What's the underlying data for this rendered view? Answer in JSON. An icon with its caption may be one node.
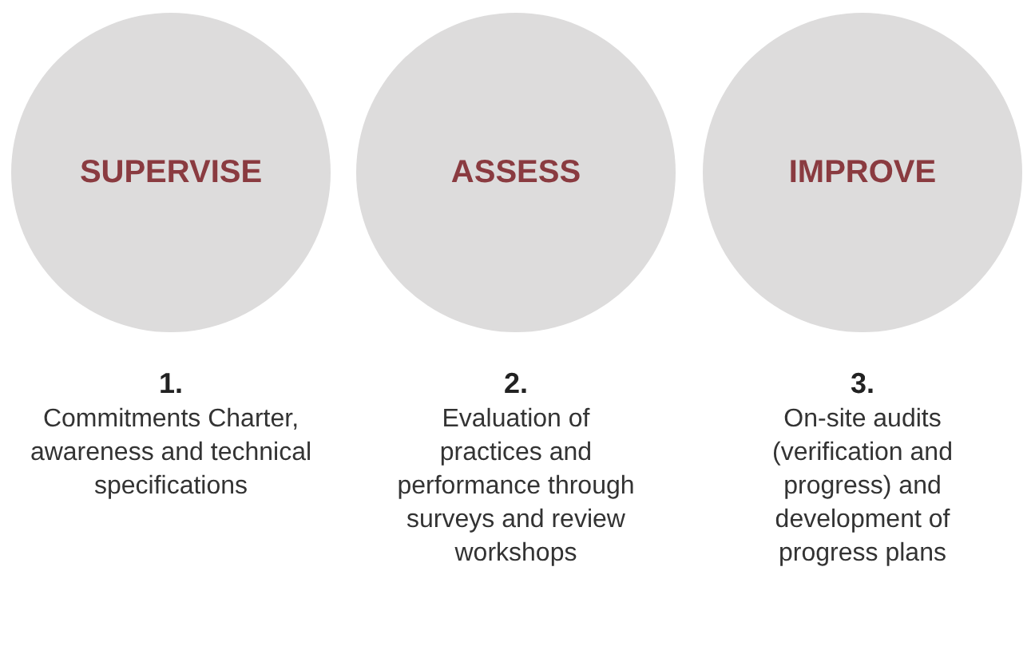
{
  "diagram": {
    "nodes": [
      {
        "text": [
          "SUPERVISE"
        ],
        "beside": [
          "1.",
          "Commitments Charter, awareness and technical specifications"
        ]
      },
      {
        "text": [
          "ASSESS"
        ],
        "beside": [
          "2.",
          "Evaluation of practices and performance through surveys and review workshops"
        ]
      },
      {
        "text": [
          "IMPROVE"
        ],
        "beside": [
          "3.",
          "On-site audits (verification and progress) and development of progress plans"
        ]
      }
    ]
  }
}
